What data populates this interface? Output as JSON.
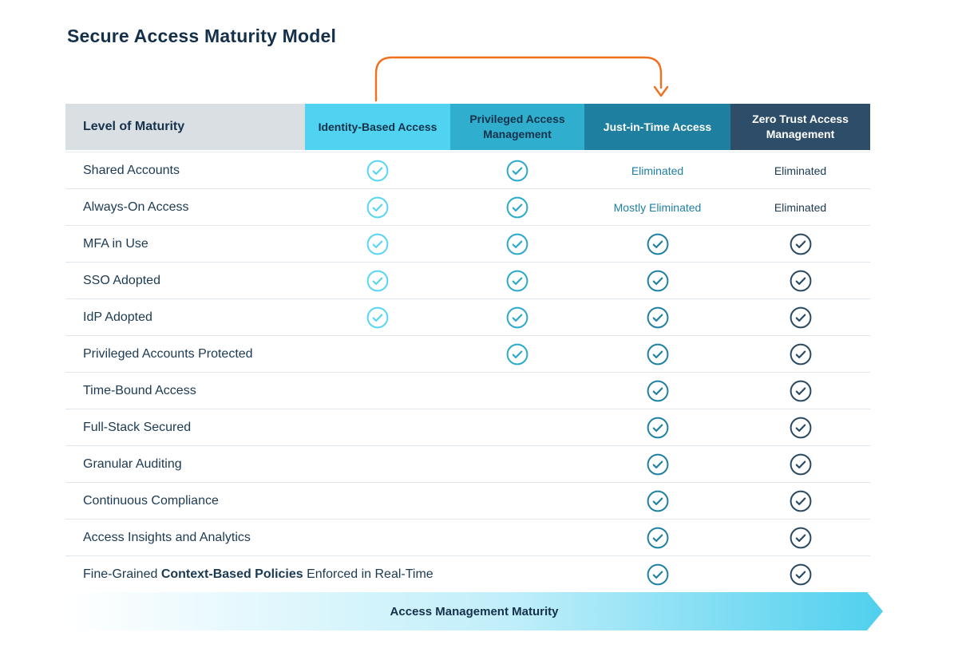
{
  "title": "Secure Access Maturity Model",
  "annotation_arrow": {
    "from_column": "Identity-Based Access",
    "to_column": "Just-in-Time Access",
    "color": "#F0701E"
  },
  "table": {
    "row_header": "Level of Maturity",
    "row_header_bg": "#D9DFE3",
    "columns": [
      {
        "label": "Identity-Based Access",
        "bg": "#4FD3F0",
        "text_color": "#16324C",
        "check_color": "#58D5F1",
        "value_text_color": "#1F7FA0"
      },
      {
        "label": "Privileged Access Management",
        "bg": "#2FAECD",
        "text_color": "#16324C",
        "check_color": "#2AA9C9",
        "value_text_color": "#1F7FA0"
      },
      {
        "label": "Just-in-Time Access",
        "bg": "#1F7FA0",
        "text_color": "#FFFFFF",
        "check_color": "#20809F",
        "value_text_color": "#1F7FA0"
      },
      {
        "label": "Zero Trust Access Management",
        "bg": "#2E4D68",
        "text_color": "#FFFFFF",
        "check_color": "#2A4A63",
        "value_text_color": "#1B3A52"
      }
    ],
    "rows": [
      {
        "label_parts": [
          {
            "text": "Shared Accounts",
            "bold": false
          }
        ],
        "cells": [
          "check",
          "check",
          "Eliminated",
          "Eliminated"
        ]
      },
      {
        "label_parts": [
          {
            "text": "Always-On Access",
            "bold": false
          }
        ],
        "cells": [
          "check",
          "check",
          "Mostly Eliminated",
          "Eliminated"
        ]
      },
      {
        "label_parts": [
          {
            "text": "MFA in Use",
            "bold": false
          }
        ],
        "cells": [
          "check",
          "check",
          "check",
          "check"
        ]
      },
      {
        "label_parts": [
          {
            "text": "SSO Adopted",
            "bold": false
          }
        ],
        "cells": [
          "check",
          "check",
          "check",
          "check"
        ]
      },
      {
        "label_parts": [
          {
            "text": "IdP Adopted",
            "bold": false
          }
        ],
        "cells": [
          "check",
          "check",
          "check",
          "check"
        ]
      },
      {
        "label_parts": [
          {
            "text": "Privileged Accounts Protected",
            "bold": false
          }
        ],
        "cells": [
          "",
          "check",
          "check",
          "check"
        ]
      },
      {
        "label_parts": [
          {
            "text": "Time-Bound Access",
            "bold": false
          }
        ],
        "cells": [
          "",
          "",
          "check",
          "check"
        ]
      },
      {
        "label_parts": [
          {
            "text": "Full-Stack Secured",
            "bold": false
          }
        ],
        "cells": [
          "",
          "",
          "check",
          "check"
        ]
      },
      {
        "label_parts": [
          {
            "text": "Granular Auditing",
            "bold": false
          }
        ],
        "cells": [
          "",
          "",
          "check",
          "check"
        ]
      },
      {
        "label_parts": [
          {
            "text": "Continuous Compliance",
            "bold": false
          }
        ],
        "cells": [
          "",
          "",
          "check",
          "check"
        ]
      },
      {
        "label_parts": [
          {
            "text": "Access Insights and Analytics",
            "bold": false
          }
        ],
        "cells": [
          "",
          "",
          "check",
          "check"
        ]
      },
      {
        "label_parts": [
          {
            "text": "Fine-Grained ",
            "bold": false
          },
          {
            "text": "Context-Based Policies",
            "bold": true
          },
          {
            "text": " Enforced in Real-Time",
            "bold": false
          }
        ],
        "cells": [
          "",
          "",
          "check",
          "check"
        ]
      }
    ]
  },
  "footer_banner": {
    "label": "Access Management Maturity",
    "gradient_start": "#FFFFFF",
    "gradient_mid": "#BFEEFA",
    "gradient_end": "#4FD0EE"
  }
}
